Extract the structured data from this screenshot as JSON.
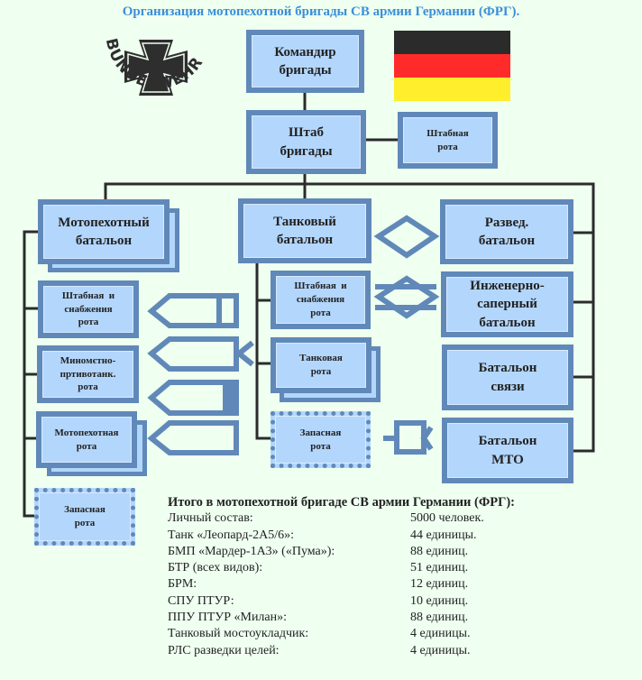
{
  "title": "Организация  мотопехотной бригады СВ армии Германии (ФРГ).",
  "logo": {
    "text": "BUNDESWEHR",
    "icon": "iron-cross-icon"
  },
  "flag": {
    "colors": [
      "#2b2b2b",
      "#ff2b2b",
      "#ffee2b"
    ]
  },
  "colors": {
    "box_fill": "#b3d6fc",
    "box_border": "#6089b9",
    "line": "#2b2b2b",
    "background": "#effff0",
    "title": "#3b8fd8"
  },
  "units": {
    "commander": "Командир\nбригады",
    "hq": "Штаб\nбригады",
    "hq_company": "Штабная\nрота",
    "mech_battalion": "Мотопехотный\nбатальон",
    "tank_battalion": "Танковый\nбатальон",
    "recon_battalion": "Развед.\nбатальон",
    "engineer_battalion": "Инженерно-\nсаперный\nбатальон",
    "signal_battalion": "Батальон\nсвязи",
    "logistics_battalion": "Батальон\nМТО",
    "mech_hq_supply_company": "Штабная  и\nснабжения\nрота",
    "mortar_at_company": "Миномєтно-\nпртивотанк.\nрота",
    "mech_company": "Мотопехотная\nрота",
    "mech_reserve_company": "Запасная\nрота",
    "tank_hq_supply_company": "Штабная  и\nснабжения\nрота",
    "tank_company": "Танковая\nрота",
    "tank_reserve_company": "Запасная\nрота"
  },
  "symbols": [
    "recon-symbol",
    "engineer-symbol",
    "hq-supply-symbol",
    "mortar-at-symbol",
    "armored-symbol",
    "infantry-symbol",
    "logistics-symbol"
  ],
  "summary": {
    "heading": "Итого в мотопехотной бригаде СВ армии Германии (ФРГ):",
    "rows": [
      {
        "label": "Личный состав:",
        "value": "5000 человек."
      },
      {
        "label": "Танк «Леопард-2А5/6»:",
        "value": "44 единицы."
      },
      {
        "label": "БМП «Мардер-1А3»  («Пума»):",
        "value": "88 единиц."
      },
      {
        "label": "БТР (всех видов):",
        "value": "51 единиц."
      },
      {
        "label": "БРМ:",
        "value": "12 единиц."
      },
      {
        "label": "СПУ ПТУР:",
        "value": "10 единиц."
      },
      {
        "label": "ППУ ПТУР «Милан»:",
        "value": "88 единиц."
      },
      {
        "label": "Танковый мостоукладчик:",
        "value": "4 единицы."
      },
      {
        "label": "РЛС разведки  целей:",
        "value": "4 единицы."
      }
    ]
  }
}
